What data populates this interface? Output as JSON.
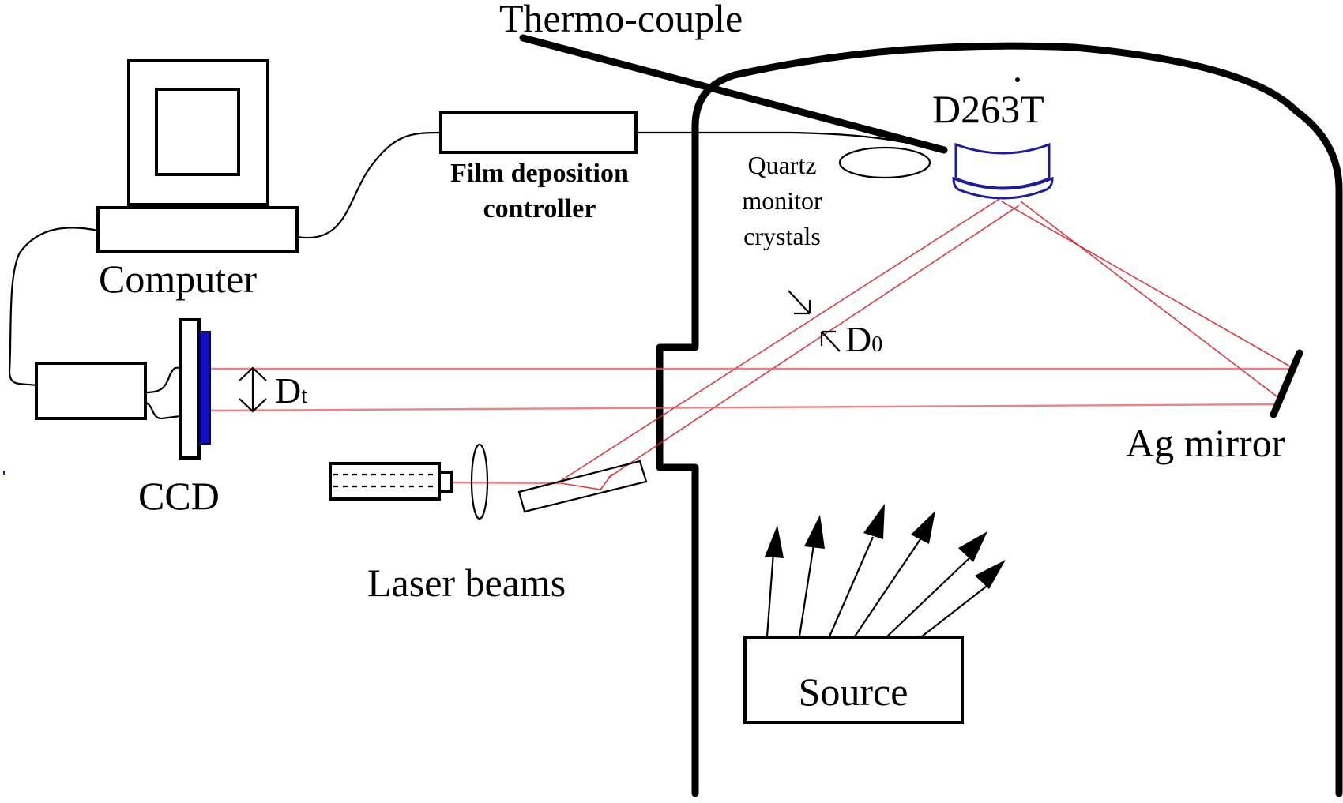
{
  "figure": {
    "type": "experimental-setup-schematic",
    "labels": {
      "thermocouple": "Thermo-couple",
      "substrate": "D263T",
      "film_controller_line1": "Film deposition",
      "film_controller_line2": "controller",
      "quartz_line1": "Quartz",
      "quartz_line2": "monitor",
      "quartz_line3": "crystals",
      "computer": "Computer",
      "ccd": "CCD",
      "d_t_main": "D",
      "d_t_sub": "t",
      "d_0_main": "D",
      "d_0_sub": "0",
      "ag_mirror": "Ag mirror",
      "laser_beams": "Laser beams",
      "source": "Source"
    },
    "colors": {
      "outline": "#000000",
      "laser_beam": "#d9262c",
      "ccd_sensor": "#1010c0",
      "substrate_outline": "#1c1c9c",
      "background": "#ffffff"
    },
    "components": [
      "computer",
      "film-deposition-controller",
      "quartz-monitor-crystal",
      "thermocouple",
      "vacuum-chamber",
      "d263t-substrate",
      "ag-mirror",
      "ccd-camera",
      "laser",
      "lens",
      "beam-splitter-plate",
      "evaporation-source"
    ]
  }
}
